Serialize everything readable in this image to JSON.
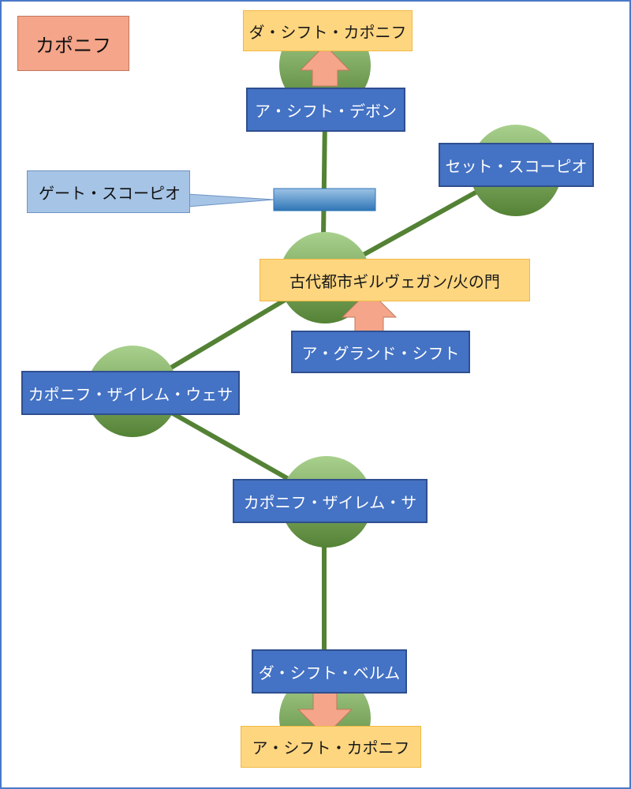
{
  "title": "カポニフ",
  "colors": {
    "frame": "#4a78c8",
    "line": "#548235",
    "node_fill_top": "#a9d18e",
    "node_fill_bottom": "#548235",
    "blue_label": "#4472c4",
    "yellow_label": "#ffd680",
    "arrow": "#f4a58a",
    "callout": "#a6c4e6"
  },
  "nodes": {
    "da_shift_caponif": "ダ・シフト・カポニフ",
    "a_shift_debon": "ア・シフト・デボン",
    "gate_scorpio": "ゲート・スコーピオ",
    "set_scorpio": "セット・スコーピオ",
    "ancient_city": "古代都市ギルヴェガン/火の門",
    "a_grand_shift": "ア・グランド・シフト",
    "caponif_zairem_wesa": "カポニフ・ザイレム・ウェサ",
    "caponif_zairem_sa": "カポニフ・ザイレム・サ",
    "da_shift_belum": "ダ・シフト・ベルム",
    "a_shift_caponif": "ア・シフト・カポニフ"
  }
}
